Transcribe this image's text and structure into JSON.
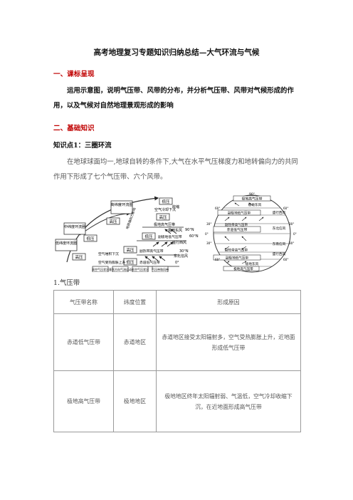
{
  "doc": {
    "title": "高考地理复习专题知识归纳总结—大气环流与气候",
    "sec1_heading": "一、课标呈现",
    "sec1_text": "运用示意图，说明气压带、风带的分布，并分析气压带、风带对气候形成的作用，以及气候对自然地理景观形成的影响",
    "sec2_heading": "二、基础知识",
    "kp1": "知识点1：三圈环流",
    "kp1_text": "在地球球面均一,地球自转的条件下,大气在水平气压梯度力和地转偏向力的共同作用下形成了七个气压带、六个风带。",
    "caption": "1.气压带"
  },
  "left_fig": {
    "top_box": "高纬度环流圈",
    "mid_box": "中纬度环流圈",
    "low_box": "低纬度环流圈",
    "gaoya_top": "高压",
    "diya_mid": "低压",
    "gaoya_low": "高压",
    "gaoya_left": "高压",
    "diya_left": "低压",
    "gaoya_right": "高压",
    "diya_bottom": "低压",
    "low_right": "低压",
    "air_sink": "空气冷却下沉",
    "air_cool": "收缩",
    "air_rise_heat": "空气受热膨胀上升",
    "air_accum": "空气堆积下沉",
    "polar_high": "极地高气压带",
    "polar_east": "极地东风",
    "sub_polar_low": "副极地低气压带",
    "westerly": "盛行西风",
    "sub_tropical_high": "副热带高气压带",
    "ne_trade": "东北信风",
    "equatorial_low": "赤道低气压带",
    "lat90": "90°N",
    "lat60": "60°N",
    "lat30": "30°N",
    "lat0": "0°",
    "box_a": "高空气压状况",
    "box_b": "垂直方向气流运动",
    "box_c": "低空气压状况",
    "box_d": "气压带和风带",
    "deflect": "地转偏向力影响"
  },
  "right_fig": {
    "lat90_top": "90°",
    "lat60": "60°",
    "lat30": "30°",
    "lat0": "0°",
    "polar_high_n": "极地高气压带",
    "polar_east_n": "极地东风",
    "sub_polar_low_n": "副极地低气压带",
    "westerly_n": "盛行西风",
    "sub_tropical_high_n": "副热带高气压带",
    "ne_trade": "东北信风",
    "equatorial_low": "赤道低气压带",
    "se_trade": "东南信风",
    "sub_tropical_high_s": "副热带高气压带",
    "westerly_s": "盛行西风",
    "sub_polar_low_s": "副极地低气压带",
    "polar_east_s": "极地东风",
    "polar_high_s": "极地高气压带"
  },
  "table": {
    "headers": [
      "气压带名称",
      "纬度位置",
      "形成原因"
    ],
    "rows": [
      [
        "赤道低气压带",
        "赤道地区",
        "赤道地区接受太阳辐射多，空气受热膨胀上升，近地面形成低气压带"
      ],
      [
        "极地高气压带",
        "极地地区",
        "极地地区终年太阳辐射弱、气温低，空气冷却收缩下沉，在近地面形成高气压带"
      ]
    ]
  }
}
